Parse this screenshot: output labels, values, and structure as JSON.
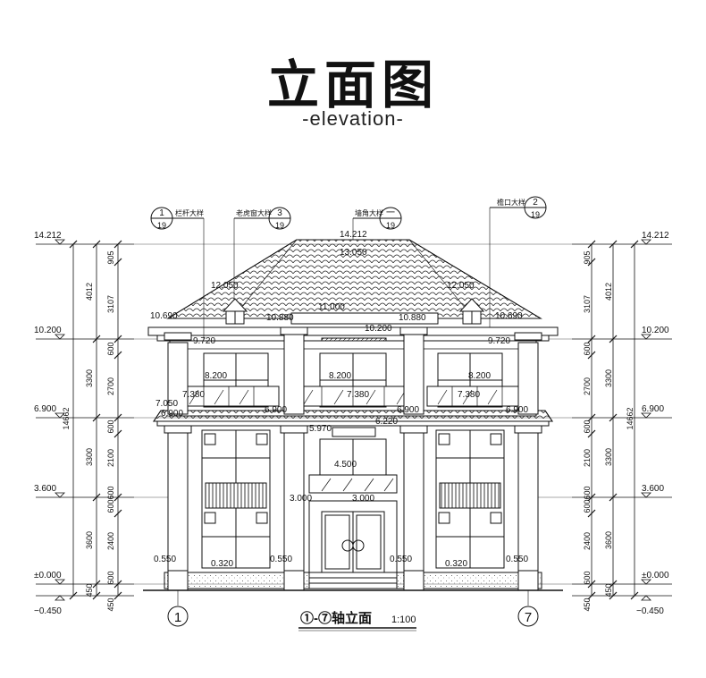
{
  "title": "立面图",
  "subtitle": "-elevation-",
  "caption": {
    "axis": "①-⑦轴立面",
    "scale": "1:100"
  },
  "axis_bubbles": [
    "1",
    "7"
  ],
  "callouts": [
    {
      "num": "1",
      "den": "19",
      "label": "栏杆大样"
    },
    {
      "num": "3",
      "den": "19",
      "label": "老虎窗大样"
    },
    {
      "num": "一",
      "den": "19",
      "label": "墙角大样"
    },
    {
      "num": "2",
      "den": "19",
      "label": "檐口大样"
    }
  ],
  "side_levels": [
    "14.212",
    "10.200",
    "6.900",
    "3.600",
    "±0.000",
    "−0.450"
  ],
  "dims_inner": [
    "905",
    "3107",
    "600",
    "2700",
    "600",
    "2100",
    "600",
    "600",
    "2400",
    "600",
    "450",
    "450"
  ],
  "dims_mid": [
    "4012",
    "3300",
    "3300",
    "3600"
  ],
  "dims_total": "14662",
  "facade_levels": {
    "ridge": "14.212",
    "roof_top": "13.050",
    "dormer_left": "12.050",
    "dormer_right": "12.050",
    "cornice_left": "10.690",
    "cornice_right": "10.690",
    "center_a": "11.000",
    "eave_l": "10.880",
    "eave_r": "10.880",
    "eave_c": "10.200",
    "f3_left": "9.720",
    "f3_right": "9.720",
    "win3_l": "8.200",
    "win3_c": "8.200",
    "win3_r": "8.200",
    "bal_l": "7.380",
    "bal_c": "7.380",
    "bal_r": "7.380",
    "eave2_left": "7.050",
    "f2_left": "6.900",
    "f2_cl": "6.900",
    "f2_cr": "6.900",
    "f2_right": "6.900",
    "porch_l": "5.970",
    "porch_r": "6.220",
    "win2_c": "4.500",
    "door_l": "3.000",
    "door_r": "3.000",
    "base_l": "0.550",
    "base_cl": "0.550",
    "base_cr": "0.550",
    "base_r": "0.550",
    "sill_l": "0.320",
    "sill_r": "0.320"
  },
  "colors": {
    "line": "#111111",
    "title": "#111111"
  }
}
